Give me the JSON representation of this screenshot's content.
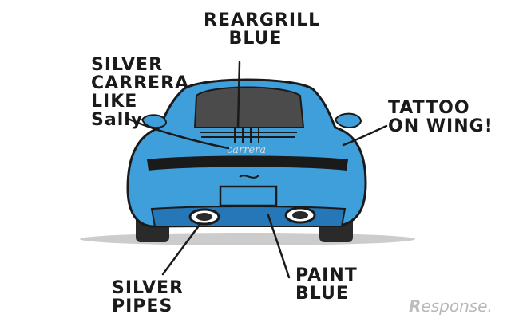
{
  "colors": {
    "paint": "#3e9fdb",
    "paint_dark": "#2577b8",
    "glass": "#4b4b4b",
    "outline": "#1a1a1a",
    "tire": "#2a2a2a",
    "shadow": "#9a9a9a",
    "watermark": "#b8b8b8"
  },
  "annotations": {
    "rear_grill": [
      "REARGRILL",
      "BLUE"
    ],
    "silver_carrera": [
      "SILVER",
      "CARRERA",
      "LIKE",
      "Sally"
    ],
    "tattoo": [
      "TATTOO",
      "ON WING!"
    ],
    "silver_pipes": [
      "SILVER",
      "PIPES"
    ],
    "paint_blue": [
      "PAINT",
      "BLUE"
    ]
  },
  "badge_text": "carrera",
  "watermark": {
    "mark": "R",
    "text": "esponse."
  }
}
